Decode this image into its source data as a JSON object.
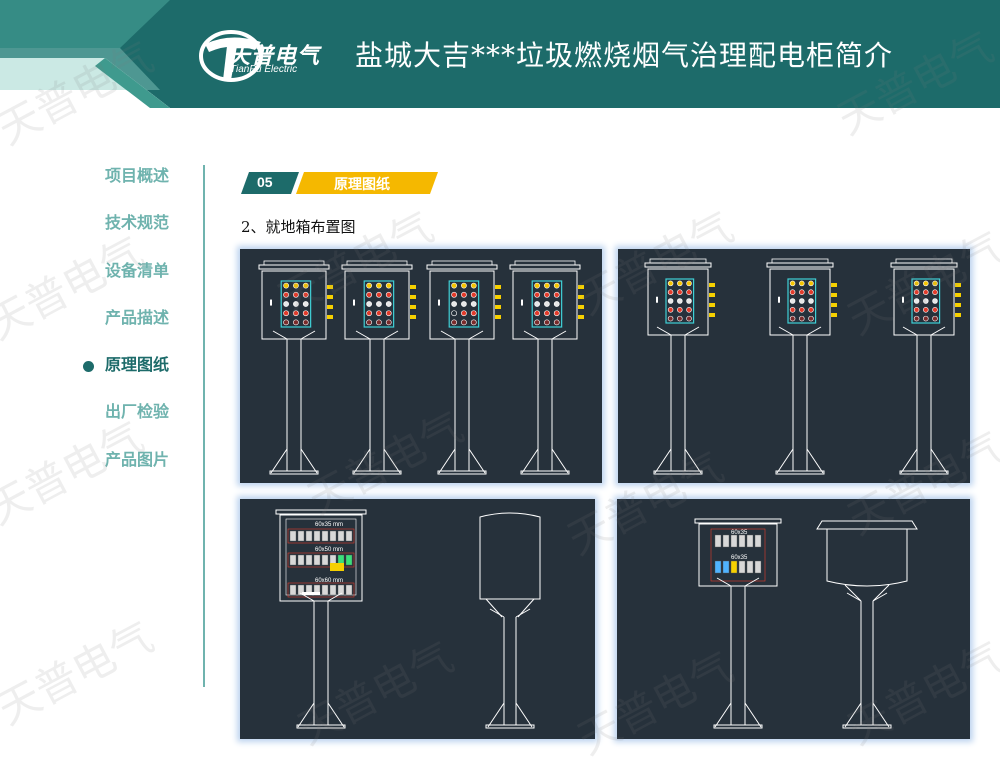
{
  "header": {
    "brand_cn": "天普电气",
    "brand_en": "TianPu Electric",
    "title": "盐城大吉***垃圾燃烧烟气治理配电柜简介",
    "colors": {
      "dark_teal": "#1d6b6a",
      "light_teal": "#5fb8ad",
      "accent_yellow": "#f5b800"
    }
  },
  "nav": {
    "items": [
      "项目概述",
      "技术规范",
      "设备清单",
      "产品描述",
      "原理图纸",
      "出厂检验",
      "产品图片"
    ],
    "active": "原理图纸"
  },
  "section": {
    "number": "05",
    "title": "原理图纸",
    "subheading": "2、就地箱布置图"
  },
  "panel_labels": {
    "row1": "60x35 mm",
    "row2": "60x50 mm",
    "row3": "60x60 mm",
    "b_row1": "60x35",
    "b_row2": "60x35"
  },
  "watermark": "天普电气"
}
